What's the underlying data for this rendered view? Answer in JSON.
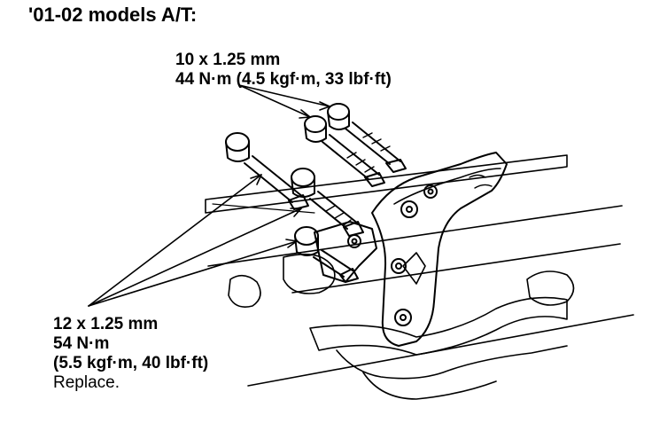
{
  "title": "'01-02 models A/T:",
  "callout_upper": {
    "size": "10 x 1.25 mm",
    "torque": "44 N·m (4.5 kgf·m, 33 lbf·ft)"
  },
  "callout_lower": {
    "size": "12 x 1.25 mm",
    "torque": "54 N·m",
    "torque_alt": "(5.5 kgf·m, 40 lbf·ft)",
    "note": "Replace."
  }
}
